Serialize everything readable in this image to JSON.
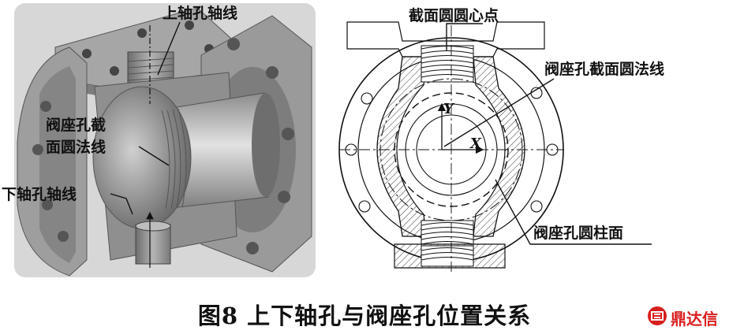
{
  "left_figure": {
    "labels": {
      "upper_axis": "上轴孔轴线",
      "seat_normal_line1": "阀座孔截",
      "seat_normal_line2": "面圆法线",
      "lower_axis": "下轴孔轴线"
    }
  },
  "right_figure": {
    "labels": {
      "section_center": "截面圆圆心点",
      "seat_normal": "阀座孔截面圆法线",
      "seat_cylinder": "阀座孔圆柱面",
      "axis_y": "Y",
      "axis_x": "X"
    }
  },
  "caption": "图8  上下轴孔与阀座孔位置关系",
  "watermark": {
    "text": "鼎达信",
    "color": "#d81e1e"
  }
}
